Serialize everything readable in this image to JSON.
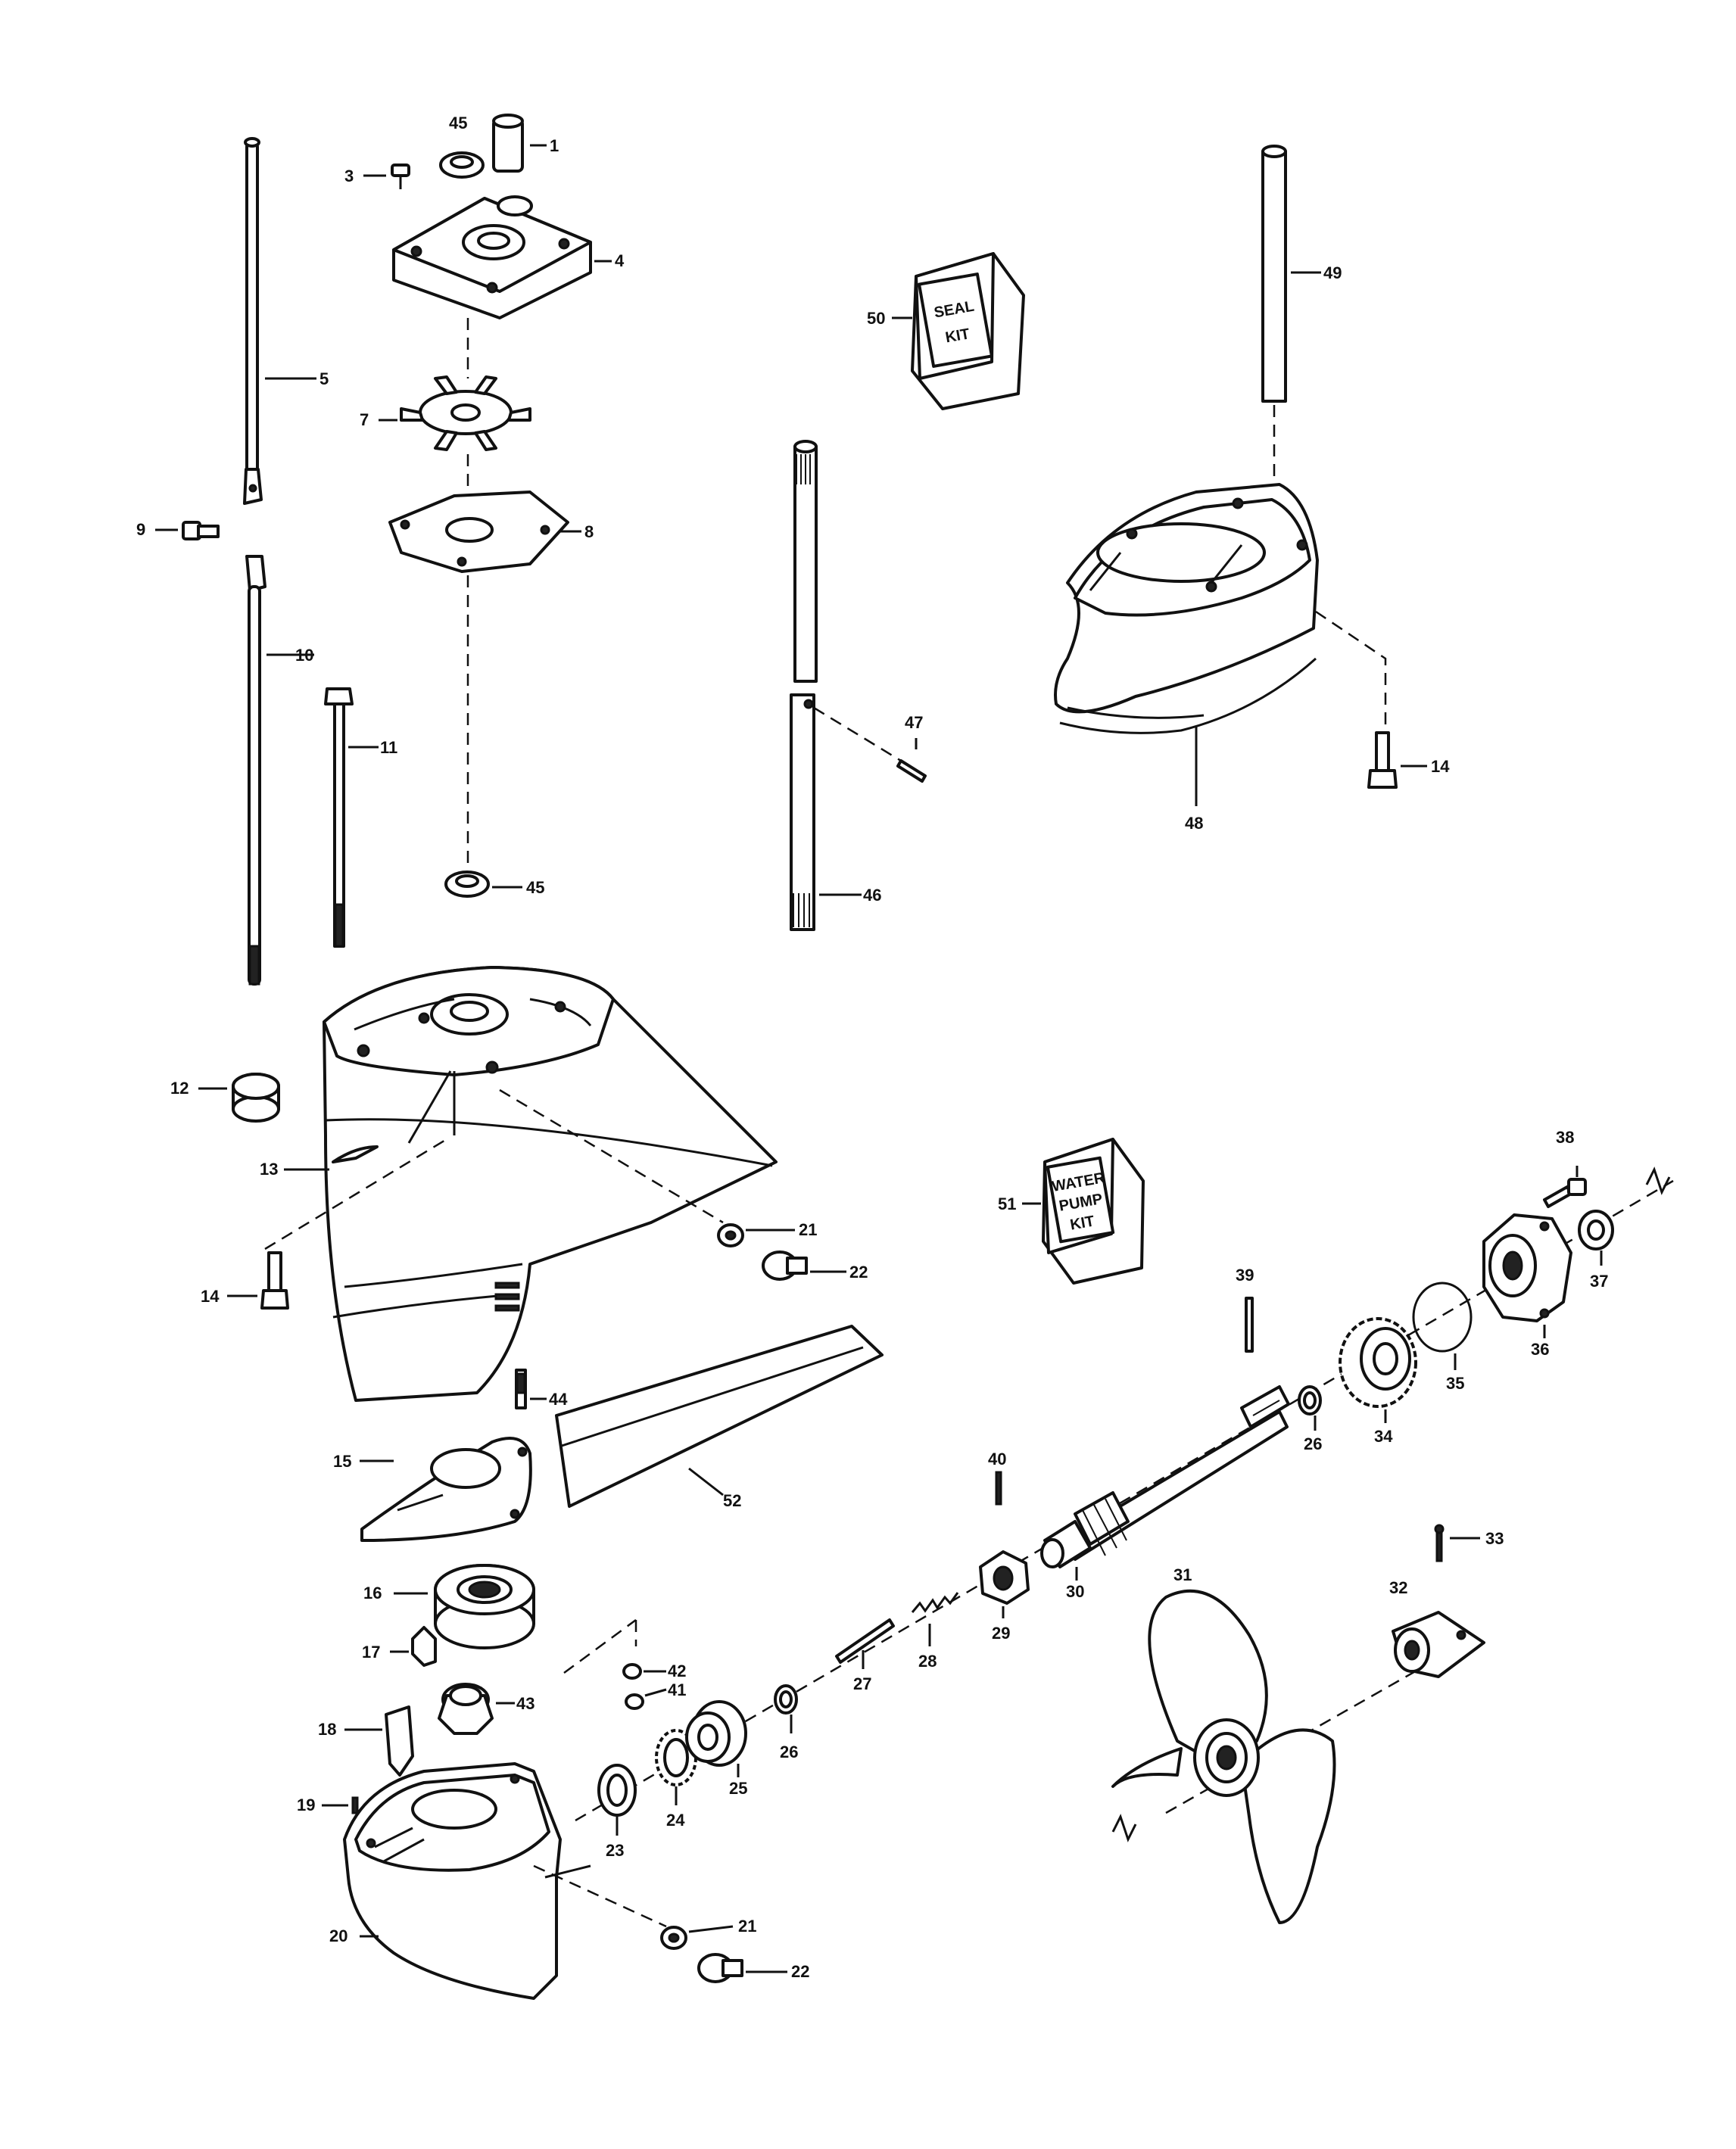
{
  "callouts": {
    "c1": "1",
    "c3": "3",
    "c4": "4",
    "c5": "5",
    "c7": "7",
    "c8": "8",
    "c9": "9",
    "c10": "10",
    "c11": "11",
    "c12": "12",
    "c13": "13",
    "c14a": "14",
    "c14b": "14",
    "c15": "15",
    "c16": "16",
    "c17": "17",
    "c18": "18",
    "c19": "19",
    "c20": "20",
    "c21a": "21",
    "c21b": "21",
    "c22a": "22",
    "c22b": "22",
    "c23": "23",
    "c24": "24",
    "c25": "25",
    "c26a": "26",
    "c26b": "26",
    "c27": "27",
    "c28": "28",
    "c29": "29",
    "c30": "30",
    "c31": "31",
    "c32": "32",
    "c33": "33",
    "c34": "34",
    "c35": "35",
    "c36": "36",
    "c37": "37",
    "c38": "38",
    "c39": "39",
    "c40": "40",
    "c41": "41",
    "c42": "42",
    "c43": "43",
    "c44": "44",
    "c45a": "45",
    "c45b": "45",
    "c46": "46",
    "c47": "47",
    "c48": "48",
    "c49": "49",
    "c50": "50",
    "c51": "51",
    "c52": "52"
  },
  "kits": {
    "seal": {
      "line1": "SEAL",
      "line2": "KIT"
    },
    "water_pump": {
      "line1": "WATER",
      "line2": "PUMP",
      "line3": "KIT"
    }
  }
}
